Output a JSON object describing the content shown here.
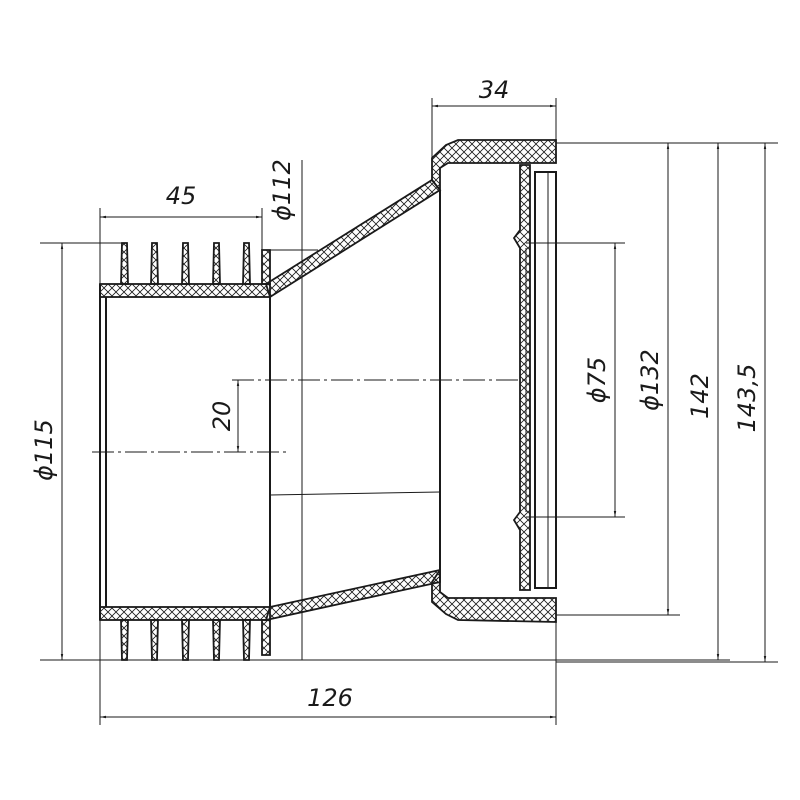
{
  "drawing": {
    "title": "Eccentric toilet connector – section view",
    "dimensions": {
      "socket_width": "34",
      "fin_length": "45",
      "collar_diameter": "ϕ112",
      "pipe_diameter": "ϕ115",
      "offset": "20",
      "inner_diameter": "ϕ75",
      "socket_diameter": "ϕ132",
      "height_142": "142",
      "height_143_5": "143,5",
      "total_length": "126"
    },
    "line_color": "#1a1a1a"
  }
}
